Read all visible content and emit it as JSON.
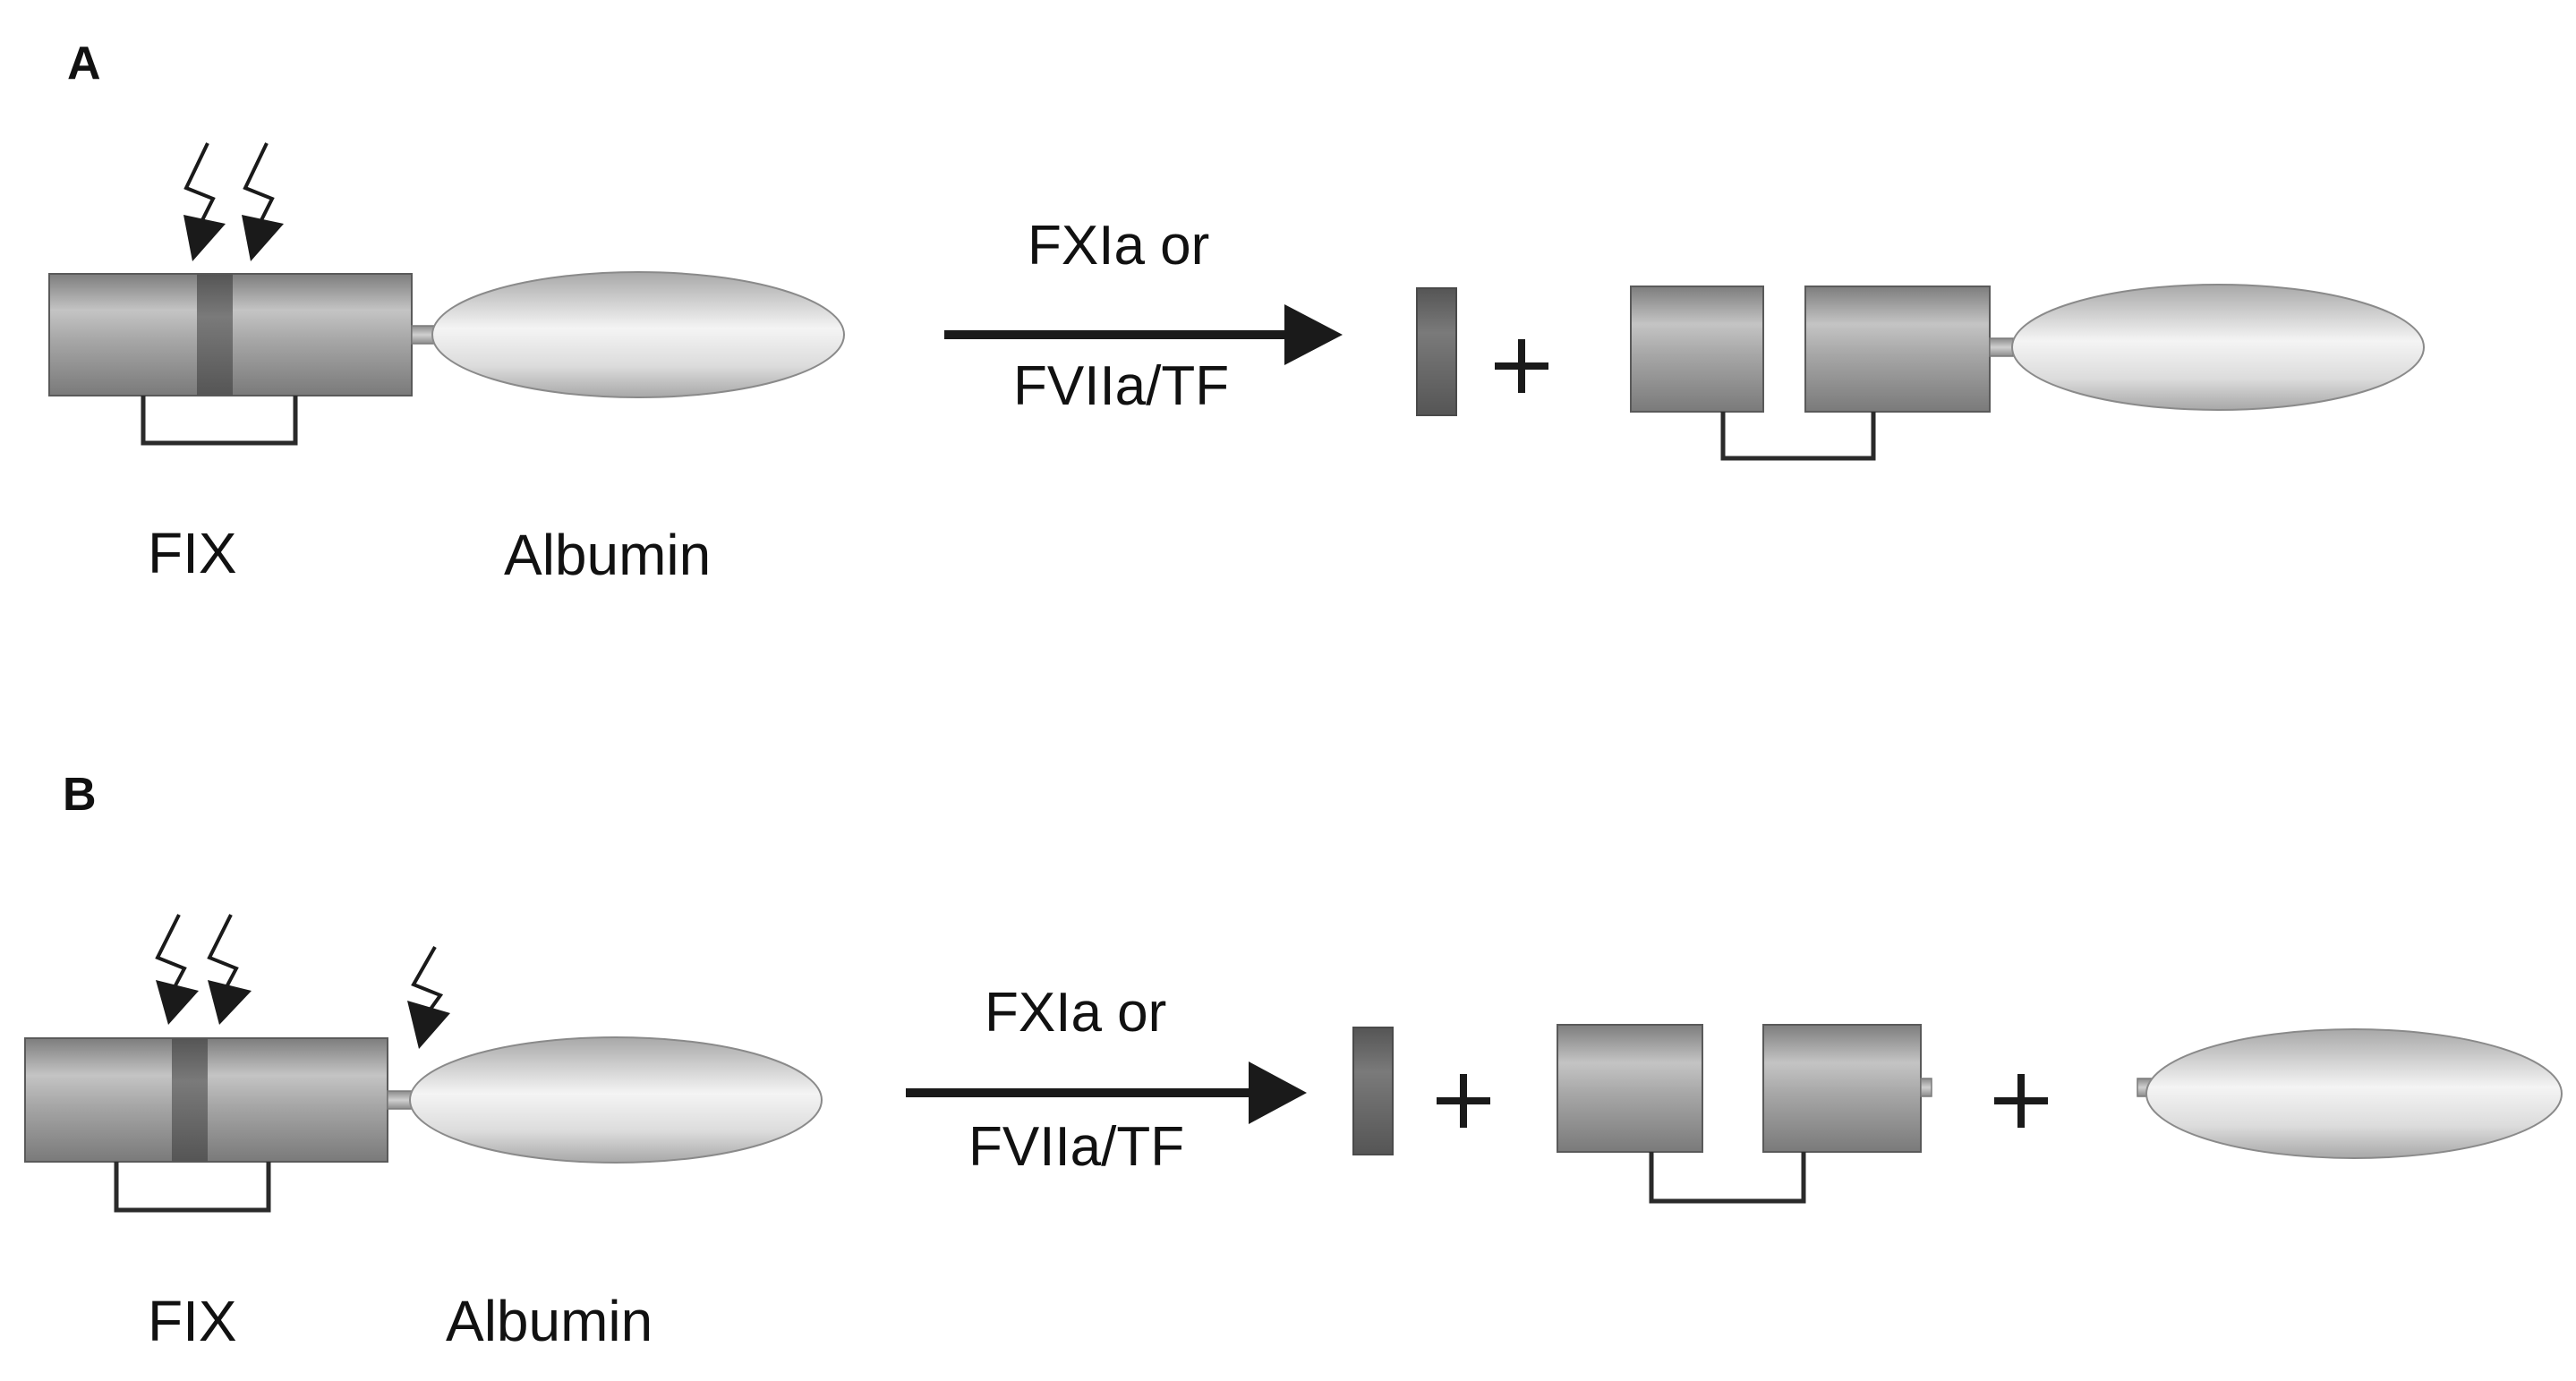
{
  "panels": [
    {
      "id": "A",
      "label": "A",
      "fix_label": "FIX",
      "albumin_label": "Albumin",
      "enzyme_line1": "FXIa or",
      "enzyme_line2": "FVIIa/TF",
      "cleavage_sites": 2,
      "products": [
        "activation peptide",
        "FIXa with albumin attached"
      ]
    },
    {
      "id": "B",
      "label": "B",
      "fix_label": "FIX",
      "albumin_label": "Albumin",
      "enzyme_line1": "FXIa or",
      "enzyme_line2": "FVIIa/TF",
      "cleavage_sites": 3,
      "products": [
        "activation peptide",
        "FIXa",
        "released albumin"
      ]
    }
  ],
  "colors": {
    "cylinder": "#9e9e9e",
    "cylinder_dark": "#6a6a6a",
    "albumin": "#e3e3e3",
    "line": "#1a1a1a"
  },
  "icons": [
    "lightning-bolt-icon",
    "right-arrow-icon",
    "plus-icon"
  ]
}
